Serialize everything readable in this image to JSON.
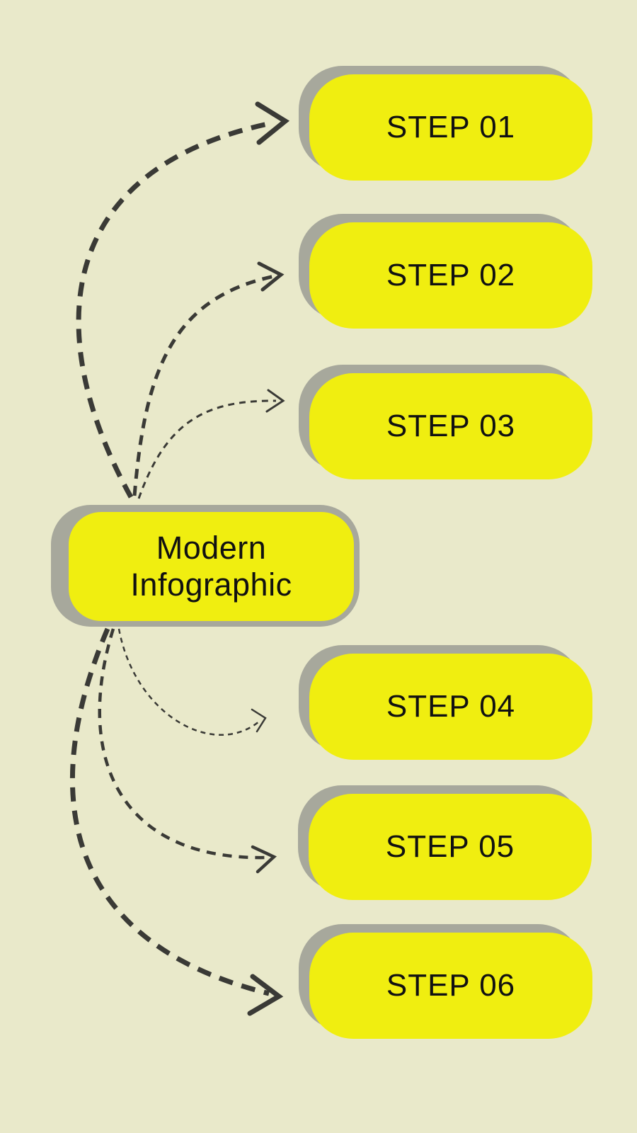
{
  "title": {
    "line1": "Modern",
    "line2": "Infographic"
  },
  "steps": [
    {
      "label": "STEP 01"
    },
    {
      "label": "STEP 02"
    },
    {
      "label": "STEP 03"
    },
    {
      "label": "STEP 04"
    },
    {
      "label": "STEP 05"
    },
    {
      "label": "STEP 06"
    }
  ],
  "colors": {
    "bg": "#e9e9ca",
    "accent": "#f0ee10",
    "shadow": "#a7a89c",
    "ink": "#3a3a36",
    "text": "#111111"
  }
}
